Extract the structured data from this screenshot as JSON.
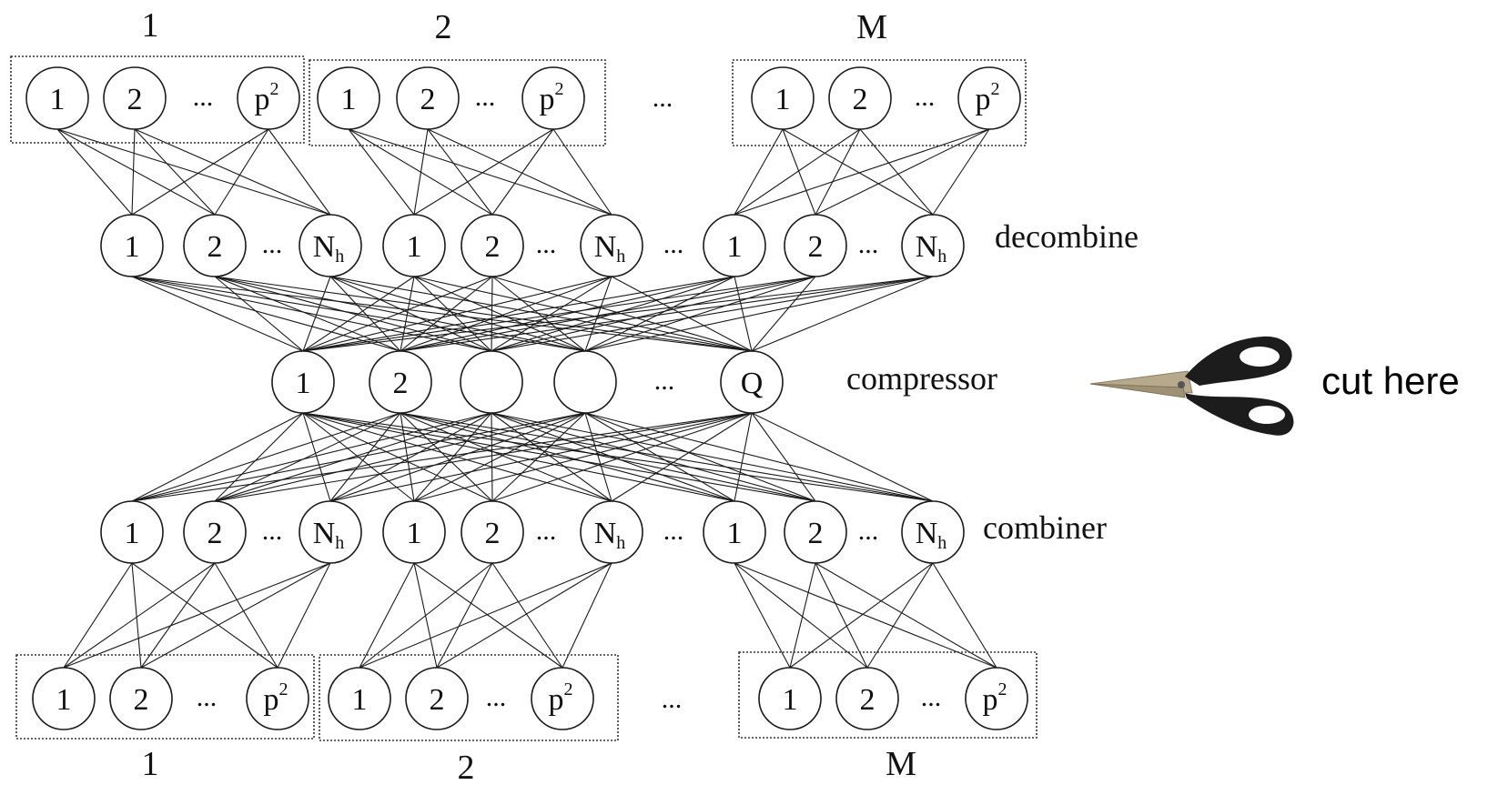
{
  "groups": {
    "top": [
      "1",
      "2",
      "M"
    ],
    "bottom": [
      "1",
      "2",
      "M"
    ]
  },
  "input_nodes": [
    "1",
    "2",
    "...",
    "p²"
  ],
  "hidden_nodes": [
    "1",
    "2",
    "...",
    "N_h"
  ],
  "compressor_nodes": [
    "1",
    "2",
    "",
    "",
    "...",
    "Q"
  ],
  "group_ellipsis": "...",
  "layers": {
    "decombine": "decombine",
    "compressor": "compressor",
    "combiner": "combiner"
  },
  "cut": {
    "label": "cut here",
    "icon": "scissors-icon"
  },
  "colors": {
    "line": "#1a1a1a",
    "scissor_handle": "#1c1c1c",
    "scissor_blade": "#b7a98c"
  }
}
